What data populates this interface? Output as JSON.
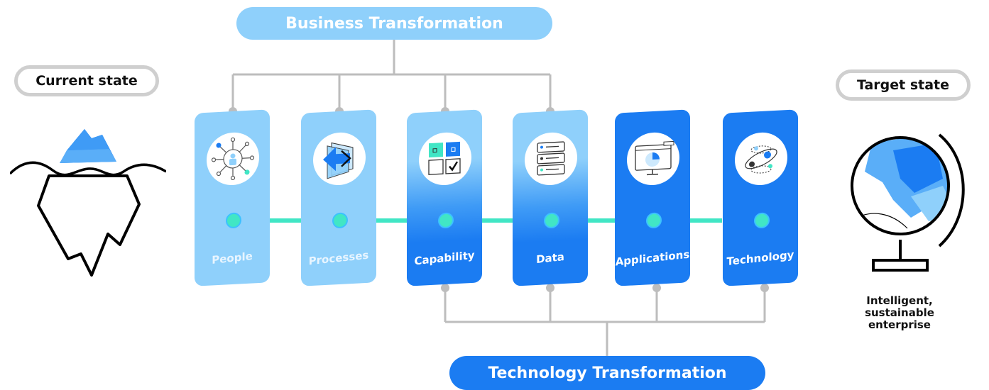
{
  "header": {
    "business_transformation": "Business Transformation"
  },
  "footer": {
    "technology_transformation": "Technology Transformation"
  },
  "left": {
    "state_label": "Current state",
    "icon": "iceberg-icon"
  },
  "right": {
    "state_label": "Target state",
    "icon": "globe-icon",
    "caption_lines": [
      "Intelligent,",
      "sustainable",
      "enterprise"
    ]
  },
  "pillars": [
    {
      "label": "People",
      "icon": "people-network-icon"
    },
    {
      "label": "Processes",
      "icon": "process-arrow-icon"
    },
    {
      "label": "Capability",
      "icon": "capability-grid-icon"
    },
    {
      "label": "Data",
      "icon": "database-icon"
    },
    {
      "label": "Applications",
      "icon": "monitor-chart-icon"
    },
    {
      "label": "Technology",
      "icon": "orbit-icon"
    }
  ],
  "colors": {
    "light_blue": "#8fd0fb",
    "dark_blue": "#1b7cf2",
    "connector_teal": "#41e6c5",
    "line_gray": "#bdbdbd"
  }
}
